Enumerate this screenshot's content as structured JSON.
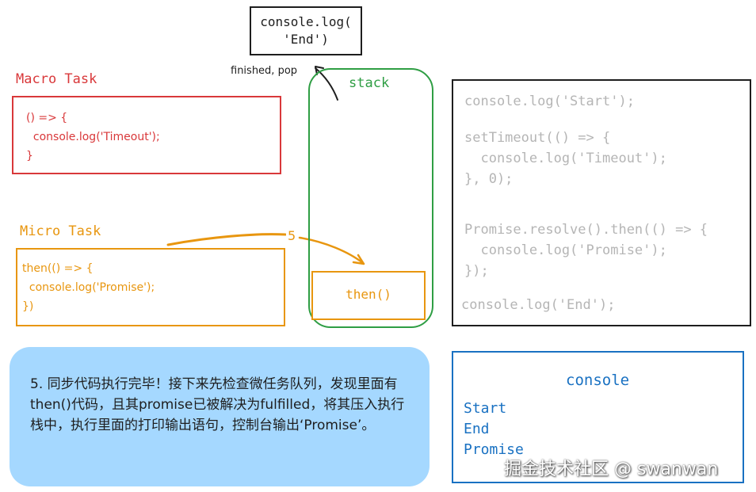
{
  "pop_box": {
    "lines": [
      "console.log(",
      "'End')"
    ]
  },
  "pop_label": "finished, pop",
  "stack": {
    "label": "stack",
    "item": "then()"
  },
  "macro": {
    "label": "Macro Task",
    "lines": [
      "() => {",
      "  console.log('Timeout');",
      "}"
    ]
  },
  "micro": {
    "label": "Micro Task",
    "lines": [
      "then(() => {",
      "  console.log('Promise');",
      "})"
    ]
  },
  "step_marker": "5",
  "source_code": {
    "lines": [
      "console.log('Start');",
      "",
      "setTimeout(() => {",
      "  console.log('Timeout');",
      "}, 0);",
      "",
      "",
      "Promise.resolve().then(() => {",
      "  console.log('Promise');",
      "});",
      "",
      "console.log('End');"
    ]
  },
  "console_panel": {
    "title": "console",
    "outputs": [
      "Start",
      "End",
      "Promise"
    ]
  },
  "explanation": "5. 同步代码执行完毕！接下来先检查微任务队列，发现里面有then()代码，且其promise已被解决为fulfilled，将其压入执行栈中，执行里面的打印输出语句，控制台输出‘Promise’。",
  "watermark": "掘金技术社区 @ swanwan",
  "colors": {
    "macro": "#d9383a",
    "micro": "#e8960f",
    "stack": "#2f9e44",
    "console": "#1971c2",
    "faded_code": "#b5b5b5",
    "callout": "#a5d8ff"
  }
}
